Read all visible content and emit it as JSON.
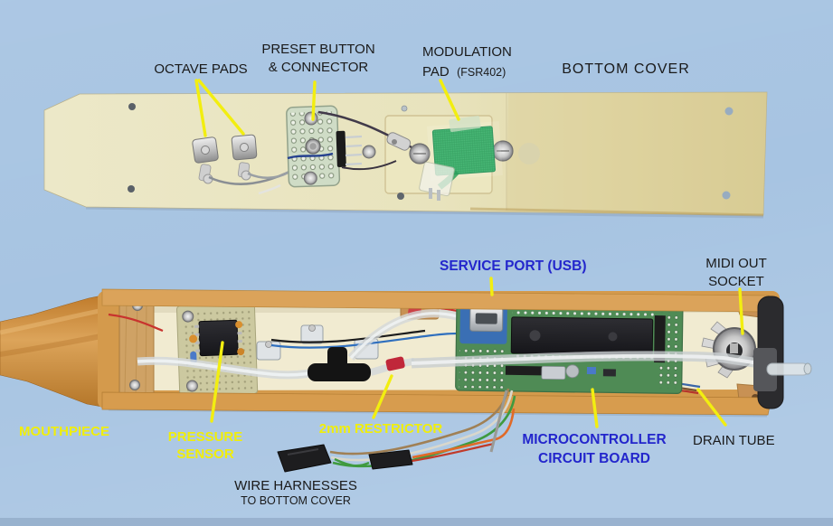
{
  "annotations": {
    "octave_pads": "OCTAVE PADS",
    "preset_button_line1": "PRESET BUTTON",
    "preset_button_line2": "& CONNECTOR",
    "modulation_line1": "MODULATION",
    "modulation_line2_main": "PAD",
    "modulation_line2_part": "(FSR402)",
    "bottom_cover": "BOTTOM COVER",
    "service_port": "SERVICE PORT (USB)",
    "midi_out_line1": "MIDI OUT",
    "midi_out_line2": "SOCKET",
    "mouthpiece": "MOUTHPIECE",
    "pressure_sensor_line1": "PRESSURE",
    "pressure_sensor_line2": "SENSOR",
    "restrictor": "2mm RESTRICTOR",
    "microcontroller_line1": "MICROCONTROLLER",
    "microcontroller_line2": "CIRCUIT BOARD",
    "drain_tube": "DRAIN TUBE",
    "wire_harnesses_line1": "WIRE HARNESSES",
    "wire_harnesses_line2": "TO BOTTOM COVER"
  },
  "colors": {
    "background": "#a7c4e2",
    "label_black": "#1a1a1a",
    "label_blue": "#2326cc",
    "label_yellow": "#f0ee0a",
    "pointer_line": "#f2ee10",
    "cover_cream": "#eae5c2",
    "wood_body": "#d49a4c",
    "cavity_interior": "#f1ebd1",
    "fsr_green": "#23a257",
    "pcb_green": "#4f8b55"
  }
}
